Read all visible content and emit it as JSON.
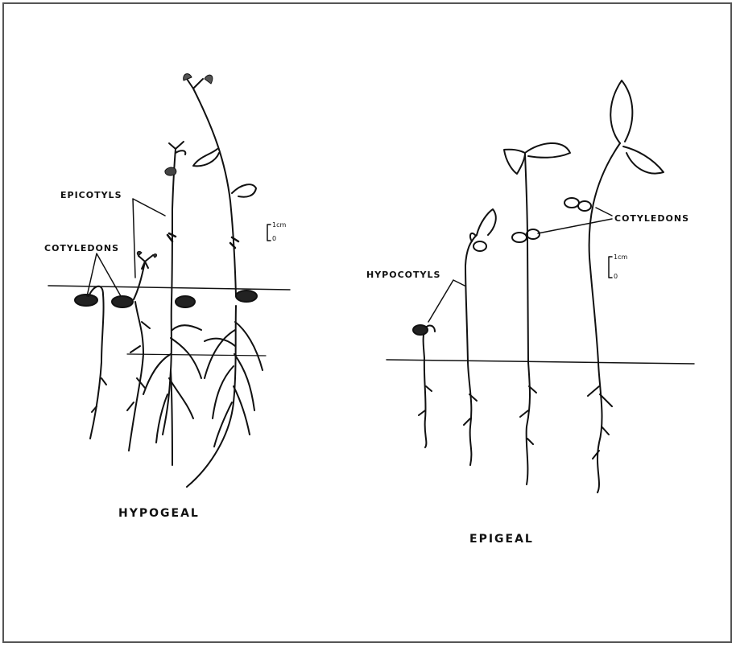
{
  "labels": {
    "epicotyls": "EPICOTYLS",
    "cotyledons_left": "COTYLEDONS",
    "hypogeal": "HYPOGEAL",
    "hypocotyls": "HYPOCOTYLS",
    "cotyledons_right": "COTYLEDONS",
    "epigeal": "EPIGEAL"
  },
  "scale_bars": {
    "left": {
      "top": "1cm",
      "bottom": "0"
    },
    "right": {
      "top": "1cm",
      "bottom": "0"
    }
  },
  "colors": {
    "ink": "#111111",
    "frame": "#555555"
  }
}
